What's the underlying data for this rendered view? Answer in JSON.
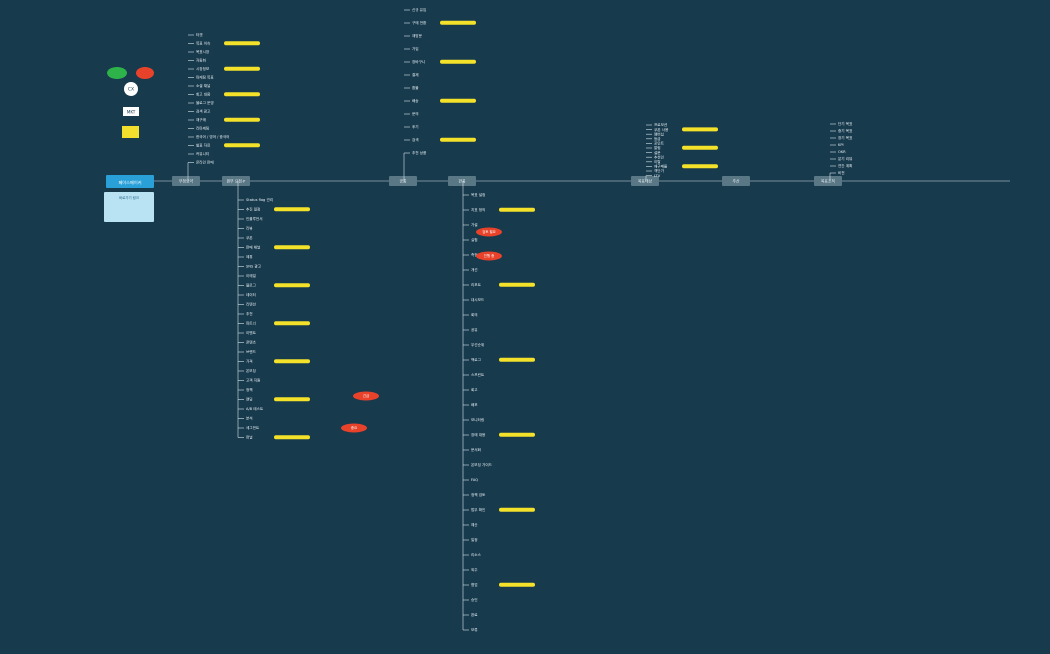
{
  "root": {
    "label": "페이스메이커",
    "note": "바로가기 링크"
  },
  "legend": [
    {
      "label": "",
      "color": "#2db34a"
    },
    {
      "label": "",
      "color": "#e8432a"
    },
    {
      "label": "CX",
      "color": "#ffffff"
    },
    {
      "label": "MKT",
      "color": "#ffffff"
    },
    {
      "label": "",
      "color": "#f2df2d"
    }
  ],
  "main_topics": [
    "부정요약",
    "원부 요점·P",
    "공통",
    "판품",
    "목표대상",
    "주산",
    "목표조직"
  ],
  "colors": {
    "background": "#183a4d",
    "root": "#2aa0d8",
    "tag_red": "#e8432a",
    "tag_green": "#2db34a",
    "highlight": "#f4e12a"
  },
  "nodes": {
    "left_top": [
      "타겟",
      "목표 이슈",
      "목표시장",
      "자동화",
      "시장정보",
      "마케팅 목표",
      "소셜 채널",
      "회고 대응",
      "블로그 운영",
      "검색 광고",
      "재구매",
      "리마케팅",
      "한국어 / 영어 / 중국어",
      "발표 자료",
      "커뮤니티",
      "온라인 판매"
    ],
    "left_bottom": [
      "Status flag 관리",
      "추진 일정",
      "인플루언서",
      "리뷰",
      "쿠폰",
      "판매 채널",
      "제휴",
      "SNS 광고",
      "이메일",
      "블로그",
      "데이터",
      "리텐션",
      "추천",
      "파트너",
      "이벤트",
      "콘텐츠",
      "브랜드",
      "가격",
      "온보딩",
      "고객 지원",
      "정책",
      "랜딩",
      "A/B 테스트",
      "분석",
      "세그먼트",
      "퍼널"
    ],
    "right_top": [
      "신규 유입",
      "구매 전환",
      "재방문",
      "가입",
      "장바구니",
      "결제",
      "환불",
      "배송",
      "문의",
      "후기",
      "검색",
      "추천 상품",
      "프로모션",
      "쿠폰 사용",
      "멤버십",
      "등급",
      "포인트",
      "알림",
      "설문",
      "추천인",
      "이탈",
      "재구매율",
      "객단가",
      "LTV"
    ],
    "center_column": [
      "목표 설정",
      "지표 정의",
      "가설",
      "실험",
      "측정",
      "개선",
      "리포트",
      "대시보드",
      "회의",
      "공유",
      "우선순위",
      "백로그",
      "스프린트",
      "회고",
      "배포",
      "모니터링",
      "장애 대응",
      "문서화",
      "온보딩 가이드",
      "FAQ",
      "정책 검토",
      "법무 확인",
      "예산",
      "일정",
      "리소스",
      "외주",
      "협업",
      "승인",
      "완료",
      "보류"
    ],
    "far_right": [
      "단기 목표",
      "중기 목표",
      "장기 목표",
      "KPI",
      "OKR",
      "분기 리뷰",
      "연간 계획",
      "비전"
    ],
    "red_tags": [
      "긴급",
      "중요",
      "검토 필요",
      "진행 중"
    ],
    "green_tags": [
      ""
    ]
  }
}
